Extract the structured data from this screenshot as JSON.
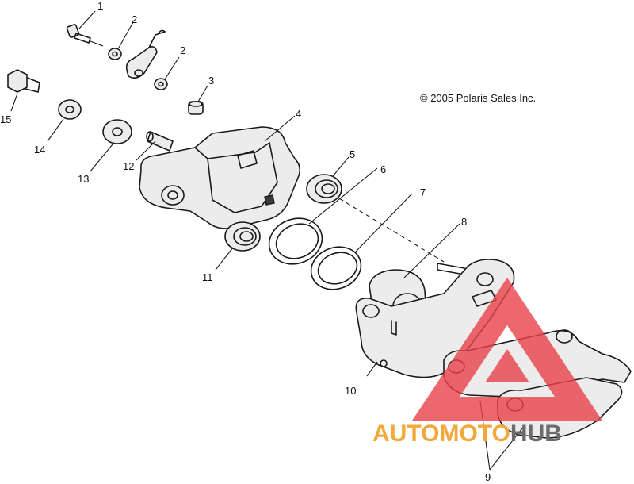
{
  "copyright": "© 2005 Polaris Sales Inc.",
  "callouts": [
    "1",
    "2",
    "2",
    "3",
    "4",
    "5",
    "6",
    "7",
    "8",
    "9",
    "10",
    "11",
    "12",
    "13",
    "14",
    "15"
  ],
  "watermark": {
    "part1": "AUTOMOTO",
    "part2": "HUB",
    "color_part1": "#f2a83b",
    "color_part2": "#6b6b6b",
    "triangle_color": "#e8424a"
  }
}
